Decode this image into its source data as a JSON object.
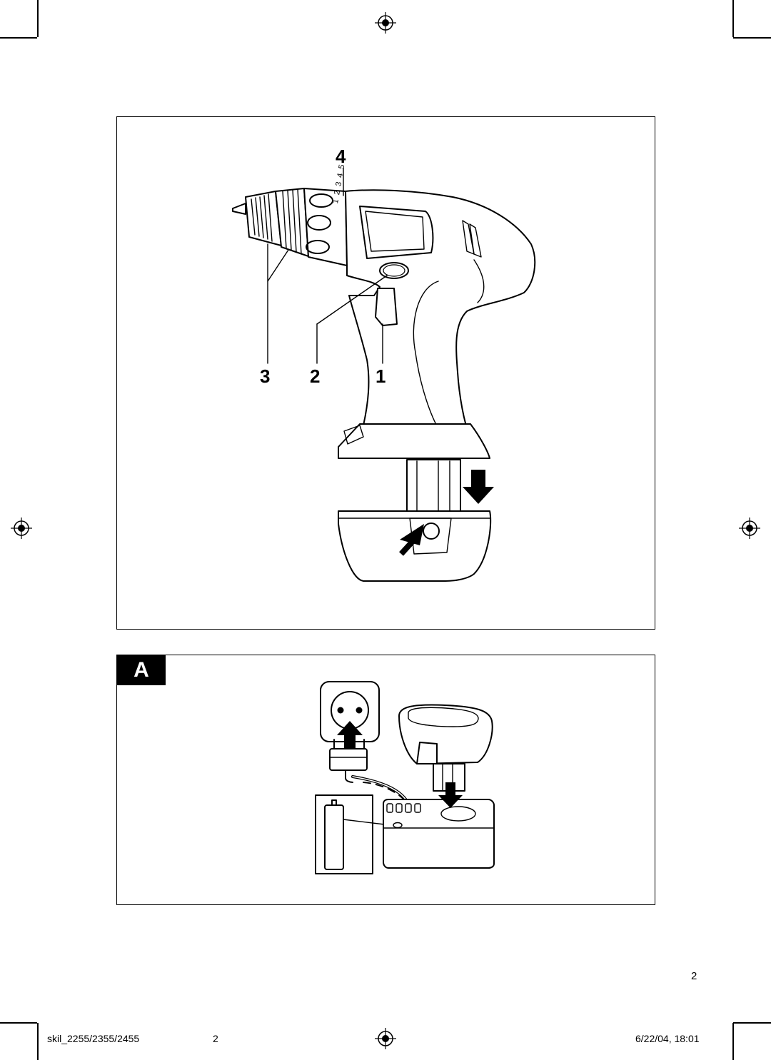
{
  "figure1": {
    "callouts": {
      "c1": "1",
      "c2": "2",
      "c3": "3",
      "c4": "4"
    },
    "gear_scale": [
      "1",
      "2",
      "3",
      "4",
      "5"
    ]
  },
  "figureA": {
    "label": "A"
  },
  "page_number": "2",
  "footer": {
    "file": "skil_2255/2355/2455",
    "page": "2",
    "timestamp": "6/22/04, 18:01"
  },
  "icons": [
    "registration-mark-icon",
    "drill-illustration",
    "battery-illustration",
    "arrow-icon",
    "wall-socket-illustration",
    "plug-illustration",
    "charger-illustration",
    "battery-cell-icon"
  ]
}
